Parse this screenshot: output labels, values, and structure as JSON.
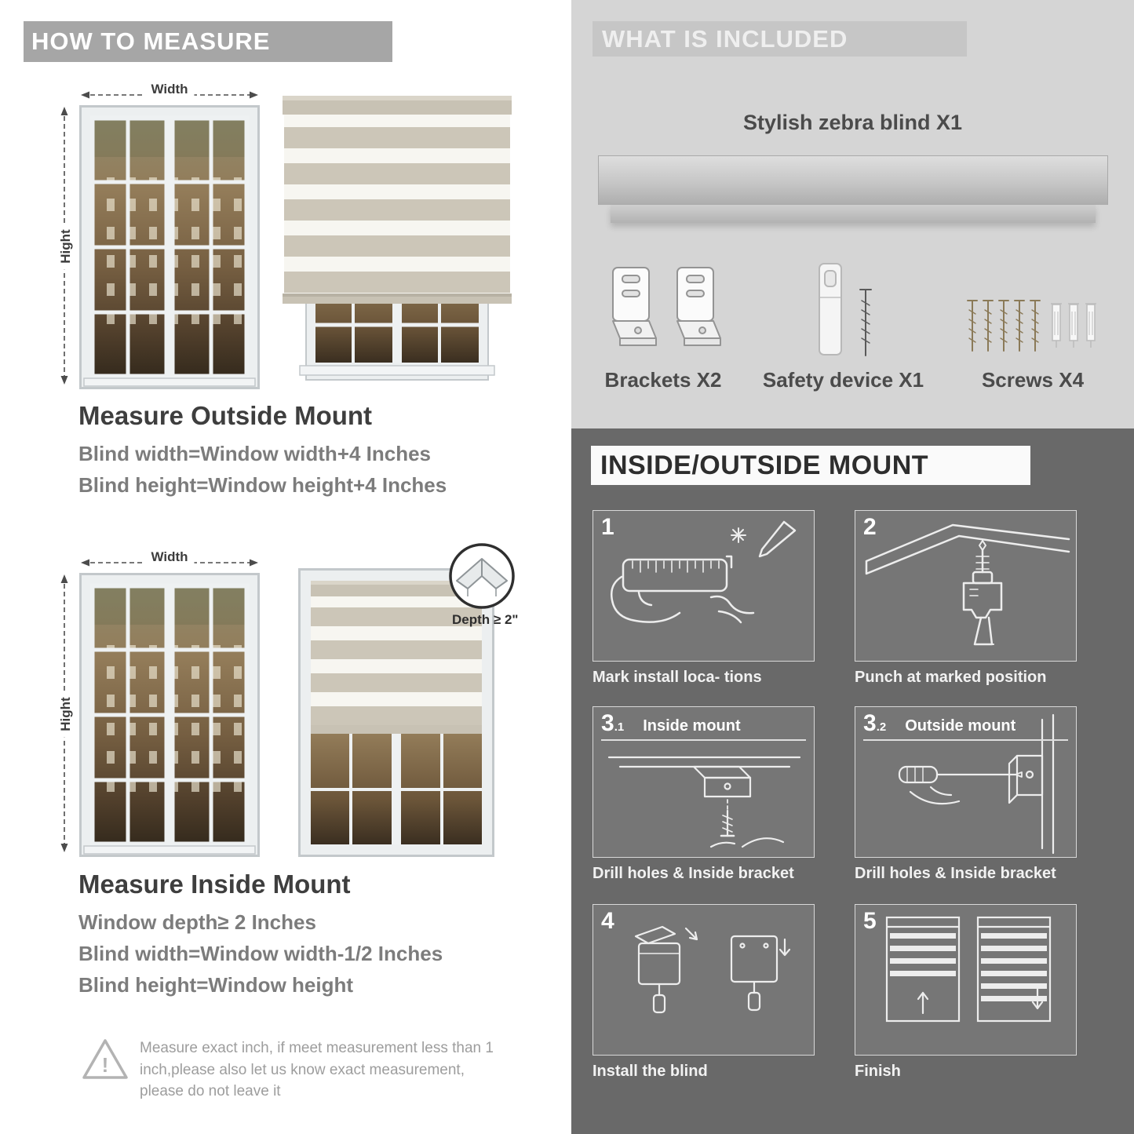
{
  "palette": {
    "left_header_bg": "#a6a6a6",
    "included_bg": "#d5d5d5",
    "included_header_bg": "#c6c6c6",
    "mount_bg": "#696969",
    "panel_bg": "#767676",
    "blind_tan": "#ccc6b8",
    "title_text": "#3e3e3e",
    "muted_text": "#7c7c7c"
  },
  "measure": {
    "header": "HOW TO MEASURE",
    "width_label": "Width",
    "height_label": "Hight",
    "outside": {
      "title": "Measure Outside Mount",
      "lines": [
        "Blind width=Window width+4 Inches",
        "Blind height=Window height+4 Inches"
      ]
    },
    "inside": {
      "depth_callout": "Depth ≥ 2\"",
      "title": "Measure Inside Mount",
      "lines": [
        "Window depth≥ 2 Inches",
        "Blind width=Window width-1/2 Inches",
        "Blind height=Window height"
      ]
    },
    "warning_mark": "!",
    "note": "Measure exact inch, if meet measurement less than 1 inch,please also let us know exact measurement, please do not leave it"
  },
  "included": {
    "header": "WHAT IS INCLUDED",
    "product_label": "Stylish zebra blind X1",
    "items": [
      {
        "label": "Brackets X2"
      },
      {
        "label": "Safety device X1"
      },
      {
        "label": "Screws X4"
      }
    ]
  },
  "mount": {
    "header": "INSIDE/OUTSIDE MOUNT",
    "steps": [
      {
        "num": "1",
        "sub": "",
        "title": "",
        "caption": "Mark install loca- tions"
      },
      {
        "num": "2",
        "sub": "",
        "title": "",
        "caption": "Punch at  marked position"
      },
      {
        "num": "3",
        "sub": ".1",
        "title": "Inside mount",
        "caption": "Drill holes &  Inside bracket"
      },
      {
        "num": "3",
        "sub": ".2",
        "title": "Outside mount",
        "caption": "Drill holes &  Inside bracket"
      },
      {
        "num": "4",
        "sub": "",
        "title": "",
        "caption": "Install the blind"
      },
      {
        "num": "5",
        "sub": "",
        "title": "",
        "caption": "Finish"
      }
    ]
  }
}
